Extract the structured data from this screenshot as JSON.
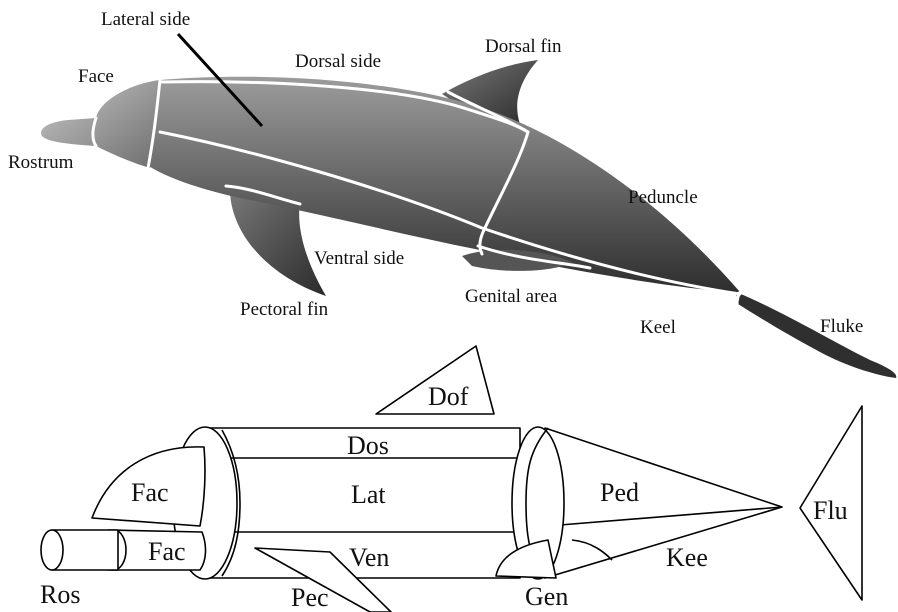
{
  "anatomy_labels": {
    "lateral_side": "Lateral side",
    "dorsal_side": "Dorsal side",
    "dorsal_fin": "Dorsal fin",
    "face": "Face",
    "rostrum": "Rostrum",
    "peduncle": "Peduncle",
    "ventral_side": "Ventral side",
    "genital_area": "Genital area",
    "pectoral_fin": "Pectoral fin",
    "keel": "Keel",
    "fluke": "Fluke"
  },
  "model_labels": {
    "dof": "Dof",
    "dos": "Dos",
    "fac_upper": "Fac",
    "lat": "Lat",
    "ped": "Ped",
    "flu": "Flu",
    "fac_lower": "Fac",
    "ven": "Ven",
    "kee": "Kee",
    "ros": "Ros",
    "pec": "Pec",
    "gen": "Gen"
  },
  "colors": {
    "dolphin_dark": "#3a3a3a",
    "dolphin_mid": "#6e6e6e",
    "dolphin_light": "#a9a9a9",
    "segment_lines": "#ffffff",
    "model_stroke": "#000000"
  }
}
